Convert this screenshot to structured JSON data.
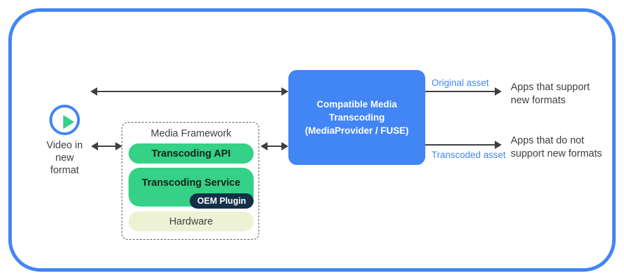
{
  "diagram": {
    "title_hidden": "",
    "colors": {
      "frame_blue": "#4285F4",
      "box_blue": "#4285F4",
      "green": "#34D186",
      "pale_green": "#EDF2D5",
      "navy": "#123048",
      "text_dark": "#3c4043"
    },
    "source": {
      "icon": "play-circle-icon",
      "caption": "Video in\nnew\nformat"
    },
    "media_framework": {
      "title": "Media Framework",
      "boxes": [
        {
          "label": "Transcoding API"
        },
        {
          "label": "Transcoding Service"
        },
        {
          "label": "Hardware"
        }
      ],
      "badge": "OEM Plugin"
    },
    "center_box": {
      "line1": "Compatible Media",
      "line2": "Transcoding",
      "line3": "(MediaProvider / FUSE)"
    },
    "outputs": [
      {
        "asset_label": "Original asset",
        "apps_line1": "Apps that support",
        "apps_line2": "new formats"
      },
      {
        "asset_label": "Transcoded asset",
        "apps_line1": "Apps that do not",
        "apps_line2": "support new formats"
      }
    ],
    "arrows": {
      "top_bidirectional": "video-to-cmt-arrow",
      "framework_bidirectional": "framework-to-cmt-arrow",
      "video_framework_bidirectional": "video-to-framework-arrow"
    }
  }
}
